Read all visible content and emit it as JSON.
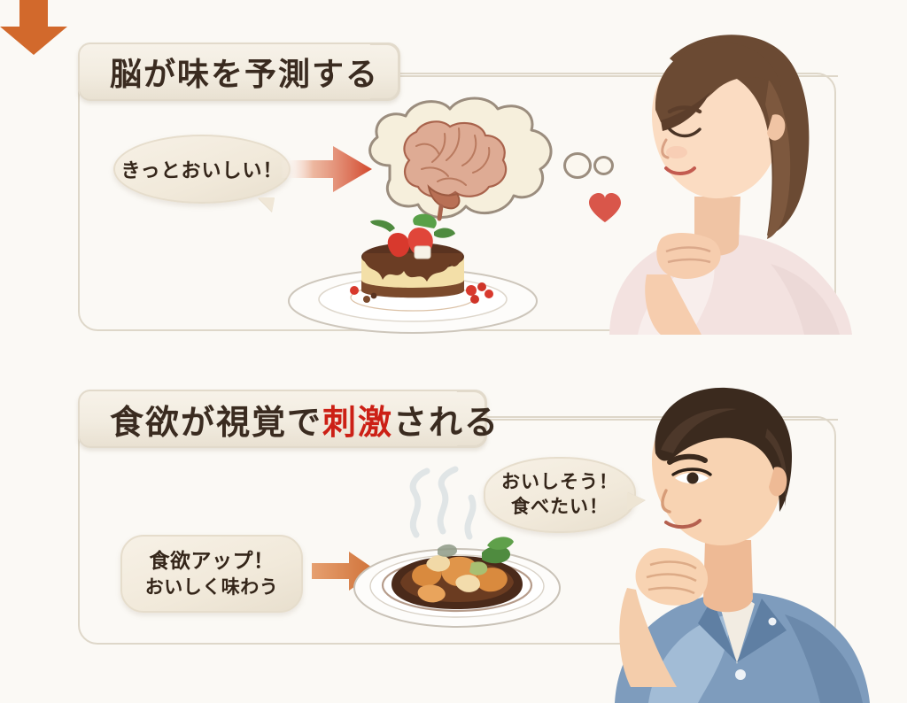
{
  "page": {
    "background_color": "#fbf9f5",
    "accent_orange": "#d2692c",
    "accent_red": "#cc2016",
    "heart_color": "#d9564a",
    "frame_color": "#ded7c9",
    "ribbon_fill": "#f2ece0",
    "text_color": "#3a2b20"
  },
  "sections": [
    {
      "id": "brain-predicts-taste",
      "ribbon": {
        "text_plain": "脳が味を予測する",
        "parts": [
          {
            "text": "脳が味を予測する",
            "highlight": false
          }
        ]
      },
      "bubble": {
        "lines": [
          "きっとおいしい！"
        ]
      },
      "arrow": "arrow-right-orange",
      "thought": {
        "icon": "brain-illustration",
        "cloud": "thought-cloud"
      },
      "food": "chocolate-cake-with-strawberries",
      "person": "smiling-woman-hands-clasped",
      "emoji": "heart"
    },
    {
      "id": "appetite-stimulated-visually",
      "ribbon": {
        "text_plain": "食欲が視覚で刺激される",
        "parts": [
          {
            "text": "食欲が視覚で",
            "highlight": false
          },
          {
            "text": "刺激",
            "highlight": true
          },
          {
            "text": "される",
            "highlight": false
          }
        ]
      },
      "bubble_left": {
        "lines": [
          "食欲アップ！",
          "おいしく味わう"
        ]
      },
      "bubble_right": {
        "lines": [
          "おいしそう！",
          "食べたい！"
        ]
      },
      "arrow": "arrow-right-orange",
      "food": "beef-stew-curry-plate-with-steam",
      "person": "man-in-blue-shirt-hand-on-chin"
    }
  ],
  "connector": {
    "icon": "arrow-down-orange"
  }
}
